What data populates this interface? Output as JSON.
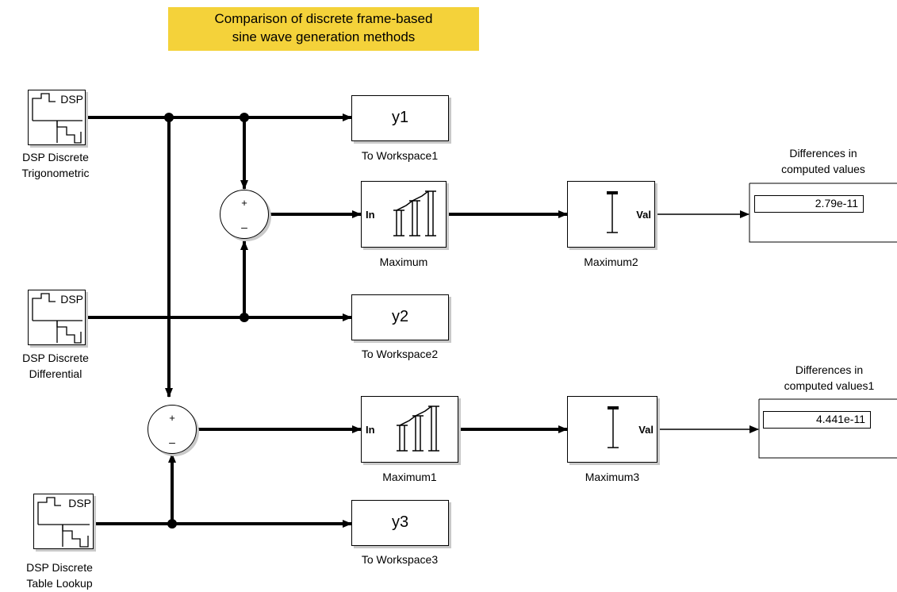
{
  "title": {
    "line1": "Comparison of discrete frame-based",
    "line2": "sine wave generation methods"
  },
  "sources": [
    {
      "badge": "DSP",
      "name_line1": "DSP Discrete",
      "name_line2": "Trigonometric"
    },
    {
      "badge": "DSP",
      "name_line1": "DSP Discrete",
      "name_line2": "Differential"
    },
    {
      "badge": "DSP",
      "name_line1": "DSP Discrete",
      "name_line2": "Table Lookup"
    }
  ],
  "workspace_blocks": [
    {
      "var": "y1",
      "label": "To Workspace1"
    },
    {
      "var": "y2",
      "label": "To Workspace2"
    },
    {
      "var": "y3",
      "label": "To Workspace3"
    }
  ],
  "sum_blocks": [
    {
      "plus": "+",
      "minus": "–"
    },
    {
      "plus": "+",
      "minus": "–"
    }
  ],
  "max_running": [
    {
      "port": "In",
      "label": "Maximum"
    },
    {
      "port": "In",
      "label": "Maximum1"
    }
  ],
  "max_value": [
    {
      "port": "Val",
      "label": "Maximum2"
    },
    {
      "port": "Val",
      "label": "Maximum3"
    }
  ],
  "displays": [
    {
      "title_line1": "Differences in",
      "title_line2": "computed values",
      "value": "2.79e-11"
    },
    {
      "title_line1": "Differences in",
      "title_line2": "computed values1",
      "value": "4.441e-11"
    }
  ],
  "colors": {
    "title_bg": "#f4d23a",
    "line": "#000000",
    "shadow": "#c9c9c9"
  }
}
